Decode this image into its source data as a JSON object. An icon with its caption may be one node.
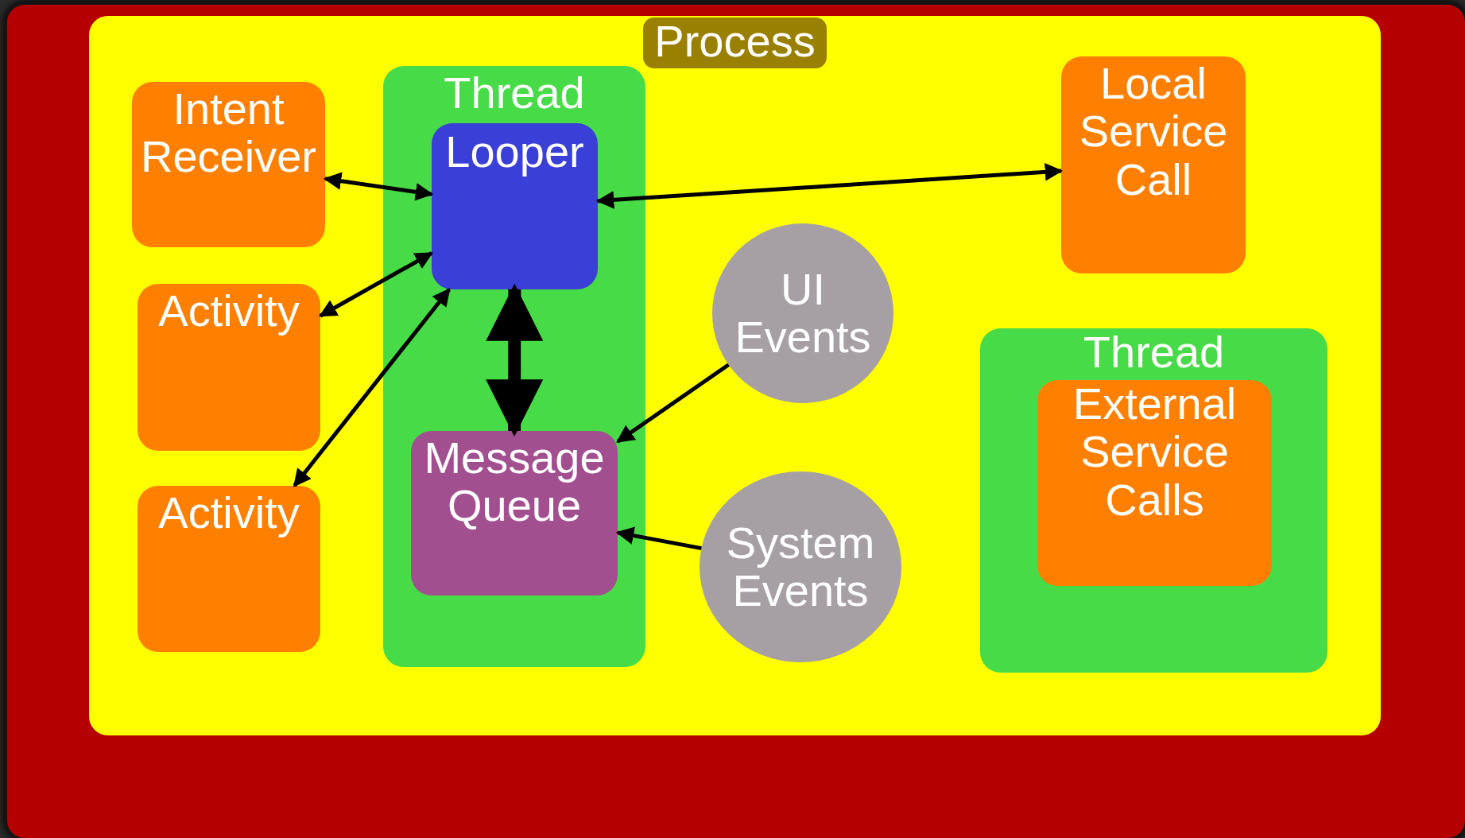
{
  "diagram": {
    "nodes": [
      {
        "text": [],
        "shape": "box"
      },
      {
        "text": [
          "Process"
        ],
        "in": 0
      },
      {
        "text": [
          "Intent Receiver"
        ],
        "in": 1
      },
      {
        "text": [
          "Thread"
        ],
        "in": 1
      },
      {
        "text": [
          "Looper"
        ],
        "in": 3
      },
      {
        "text": [
          "Local Service Call"
        ],
        "in": 1
      },
      {
        "text": [
          "Activity"
        ],
        "in": 1
      },
      {
        "text": [
          "UI Events"
        ],
        "in": 1
      },
      {
        "text": [
          "Message Queue"
        ],
        "in": 3
      },
      {
        "text": [
          "System Events"
        ],
        "in": 1
      },
      {
        "text": [
          "Activity"
        ],
        "in": 1
      },
      {
        "text": [
          "Thread"
        ],
        "in": 1
      },
      {
        "text": [
          "External Service Calls"
        ],
        "in": 11
      }
    ],
    "edges": [
      {
        "from": 2,
        "to": 4,
        "arrow": "both"
      },
      {
        "from": 6,
        "to": 4,
        "arrow": "both"
      },
      {
        "from": 10,
        "to": 4,
        "arrow": "both"
      },
      {
        "from": 4,
        "to": 5,
        "arrow": "both"
      },
      {
        "from": 4,
        "to": 8,
        "arrow": "both",
        "style": "thick"
      },
      {
        "from": 7,
        "to": 8,
        "arrow": "to"
      },
      {
        "from": 9,
        "to": 8,
        "arrow": "to"
      }
    ]
  }
}
